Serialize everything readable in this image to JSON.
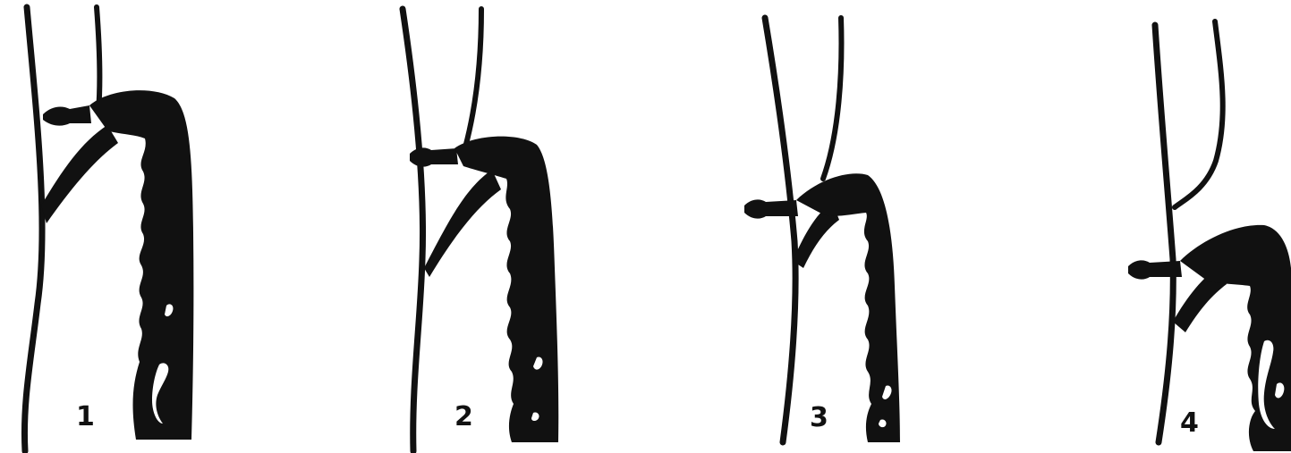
{
  "figure": {
    "stages": [
      {
        "label": "1"
      },
      {
        "label": "2"
      },
      {
        "label": "3"
      },
      {
        "label": "4"
      }
    ]
  }
}
